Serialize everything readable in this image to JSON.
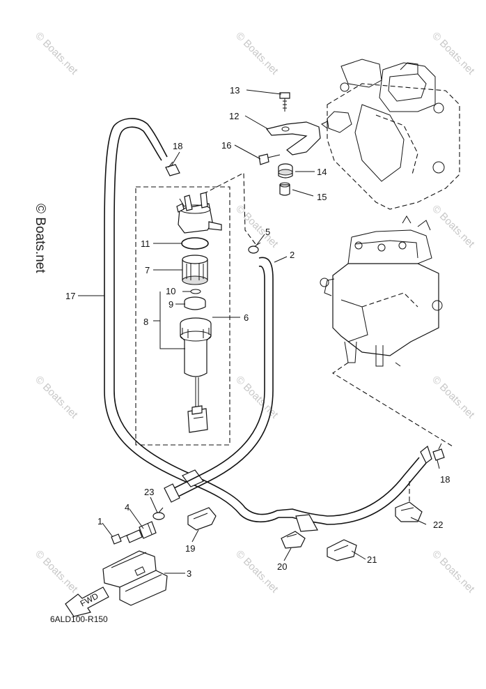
{
  "diagram": {
    "diagram_code": "6ALD100-R150",
    "watermark_text": "© Boats.net",
    "fwd_label": "FWD",
    "parts": [
      {
        "id": "p1",
        "label": "1"
      },
      {
        "id": "p2",
        "label": "2"
      },
      {
        "id": "p3",
        "label": "3"
      },
      {
        "id": "p4",
        "label": "4"
      },
      {
        "id": "p5",
        "label": "5"
      },
      {
        "id": "p6",
        "label": "6"
      },
      {
        "id": "p7",
        "label": "7"
      },
      {
        "id": "p8",
        "label": "8"
      },
      {
        "id": "p9",
        "label": "9"
      },
      {
        "id": "p10",
        "label": "10"
      },
      {
        "id": "p11",
        "label": "11"
      },
      {
        "id": "p12",
        "label": "12"
      },
      {
        "id": "p13",
        "label": "13"
      },
      {
        "id": "p14",
        "label": "14"
      },
      {
        "id": "p15",
        "label": "15"
      },
      {
        "id": "p16",
        "label": "16"
      },
      {
        "id": "p17",
        "label": "17"
      },
      {
        "id": "p18a",
        "label": "18"
      },
      {
        "id": "p18b",
        "label": "18"
      },
      {
        "id": "p19",
        "label": "19"
      },
      {
        "id": "p20",
        "label": "20"
      },
      {
        "id": "p21",
        "label": "21"
      },
      {
        "id": "p22",
        "label": "22"
      },
      {
        "id": "p23",
        "label": "23"
      }
    ]
  }
}
